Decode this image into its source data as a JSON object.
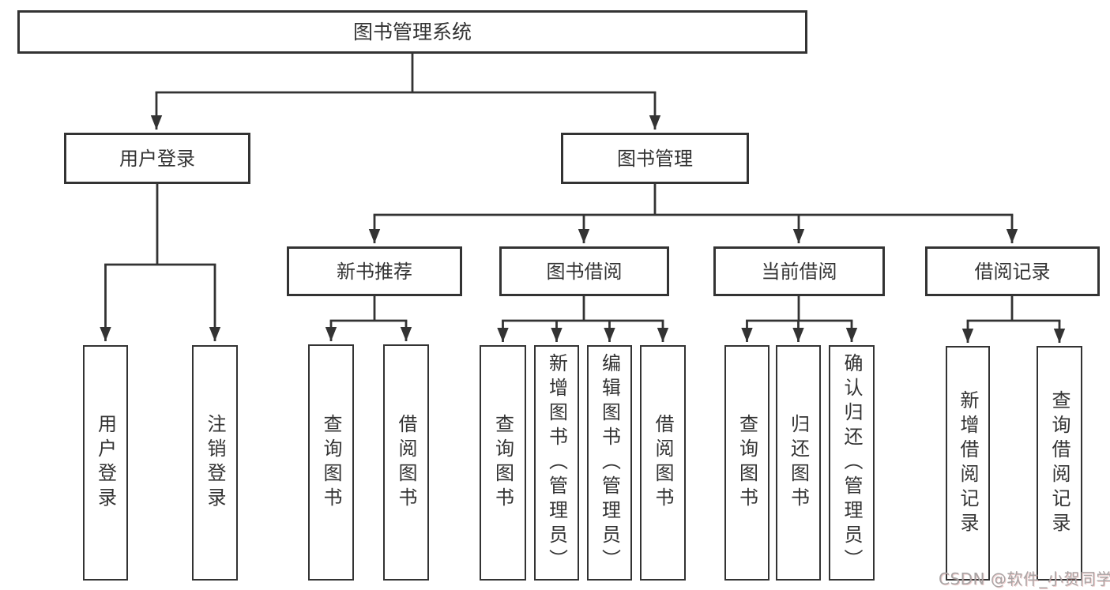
{
  "diagram": {
    "type": "hierarchy-tree",
    "title": "图书管理系统"
  },
  "nodes": {
    "root": "图书管理系统",
    "user_login": "用户登录",
    "book_mgmt": "图书管理",
    "new_book_rec": "新书推荐",
    "book_borrow": "图书借阅",
    "current_borrow": "当前借阅",
    "borrow_records": "借阅记录",
    "ul_user_login": "用户登录",
    "ul_logout": "注销登录",
    "nbr_query_books": "查询图书",
    "nbr_borrow_books": "借阅图书",
    "bb_query_books": "查询图书",
    "bb_add_books": "新增图书（管理员）",
    "bb_edit_books": "编辑图书（管理员）",
    "bb_borrow_books": "借阅图书",
    "cb_query_books": "查询图书",
    "cb_return_books": "归还图书",
    "cb_confirm_return": "确认归还（管理员）",
    "br_add_record": "新增借阅记录",
    "br_query_record": "查询借阅记录"
  },
  "hierarchy": {
    "root": [
      "user_login",
      "book_mgmt"
    ],
    "user_login": [
      "ul_user_login",
      "ul_logout"
    ],
    "book_mgmt": [
      "new_book_rec",
      "book_borrow",
      "current_borrow",
      "borrow_records"
    ],
    "new_book_rec": [
      "nbr_query_books",
      "nbr_borrow_books"
    ],
    "book_borrow": [
      "bb_query_books",
      "bb_add_books",
      "bb_edit_books",
      "bb_borrow_books"
    ],
    "current_borrow": [
      "cb_query_books",
      "cb_return_books",
      "cb_confirm_return"
    ],
    "borrow_records": [
      "br_add_record",
      "br_query_record"
    ]
  },
  "watermark": "CSDN @软件_小贺同学",
  "colors": {
    "line": "#333333",
    "box_background": "#ffffff",
    "text": "#333333",
    "watermark_gray": "#a8a4a4"
  }
}
